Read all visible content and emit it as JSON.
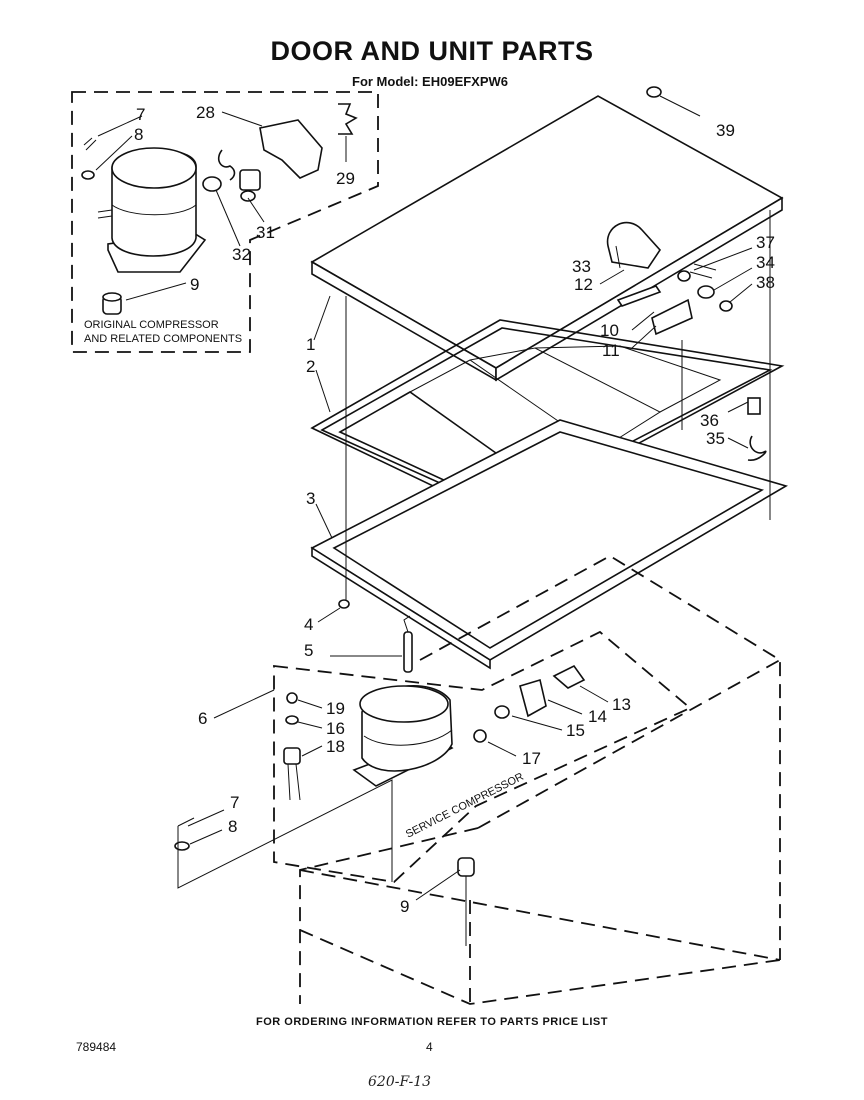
{
  "header": {
    "title": "DOOR AND UNIT PARTS",
    "model": "For Model: EH09EFXPW6"
  },
  "inset": {
    "label_line1": "ORIGINAL COMPRESSOR",
    "label_line2": "AND RELATED COMPONENTS"
  },
  "service_label": "SERVICE COMPRESSOR",
  "callouts": {
    "c1": "1",
    "c2": "2",
    "c3": "3",
    "c4": "4",
    "c5": "5",
    "c6": "6",
    "c7_inset": "7",
    "c8_inset": "8",
    "c9_inset": "9",
    "c7": "7",
    "c8": "8",
    "c9": "9",
    "c10": "10",
    "c11": "11",
    "c12": "12",
    "c13": "13",
    "c14": "14",
    "c15": "15",
    "c16": "16",
    "c17": "17",
    "c18": "18",
    "c19": "19",
    "c28": "28",
    "c29": "29",
    "c31": "31",
    "c32": "32",
    "c33": "33",
    "c34": "34",
    "c35": "35",
    "c36": "36",
    "c37": "37",
    "c38": "38",
    "c39": "39"
  },
  "footer": {
    "ordering": "FOR ORDERING INFORMATION REFER TO PARTS PRICE LIST",
    "doc_number": "789484",
    "page_number": "4",
    "handwritten": "620-F-13"
  }
}
